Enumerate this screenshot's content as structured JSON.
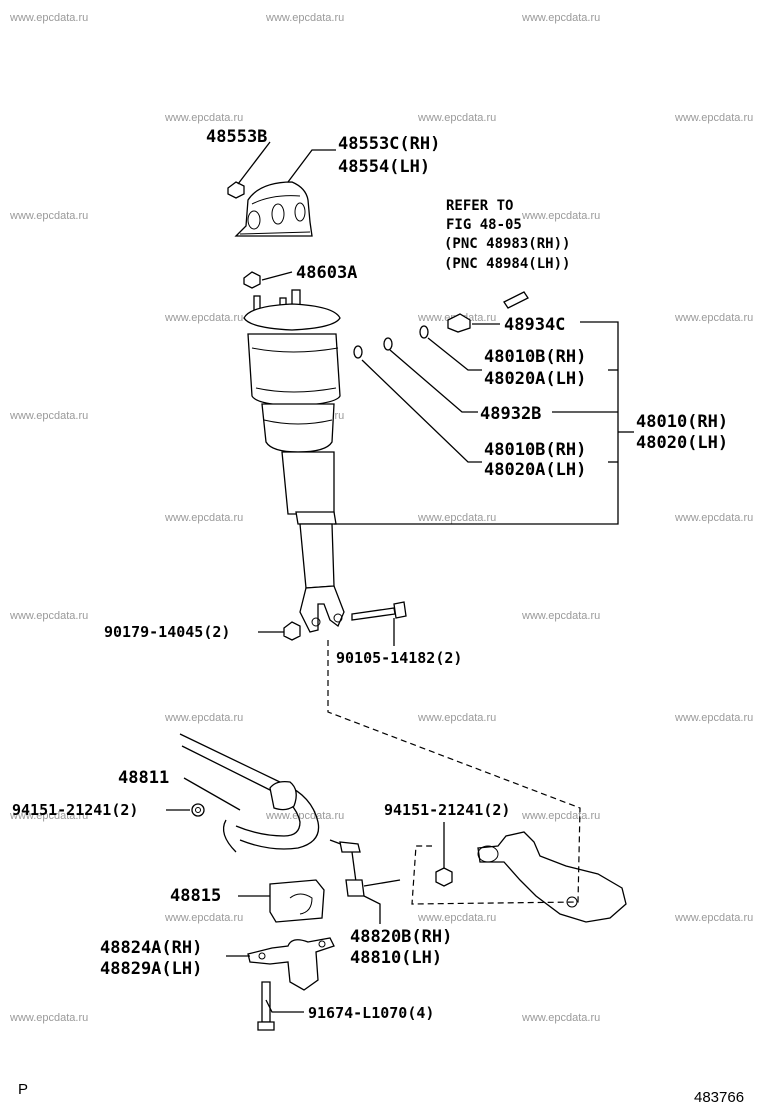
{
  "watermark": "www.epcdata.ru",
  "corner_left": "P",
  "corner_right": "483766",
  "refer": {
    "line1": "REFER TO",
    "line2": "FIG 48-05",
    "line3": "(PNC 48983(RH))",
    "line4": "(PNC 48984(LH))"
  },
  "parts": {
    "p48553b": "48553B",
    "p48553c_rh": "48553C(RH)",
    "p48554_lh": "48554(LH)",
    "p48603a": "48603A",
    "p48934c": "48934C",
    "p48010b_rh_1": "48010B(RH)",
    "p48020a_lh_1": "48020A(LH)",
    "p48932b": "48932B",
    "p48010_rh": "48010(RH)",
    "p48020_lh": "48020(LH)",
    "p48010b_rh_2": "48010B(RH)",
    "p48020a_lh_2": "48020A(LH)",
    "p90179": "90179-14045(2)",
    "p90105": "90105-14182(2)",
    "p48811": "48811",
    "p94151_left": "94151-21241(2)",
    "p94151_right": "94151-21241(2)",
    "p48815": "48815",
    "p48820b_rh": "48820B(RH)",
    "p48810_lh": "48810(LH)",
    "p48824a_rh": "48824A(RH)",
    "p48829a_lh": "48829A(LH)",
    "p91674": "91674-L1070(4)"
  }
}
